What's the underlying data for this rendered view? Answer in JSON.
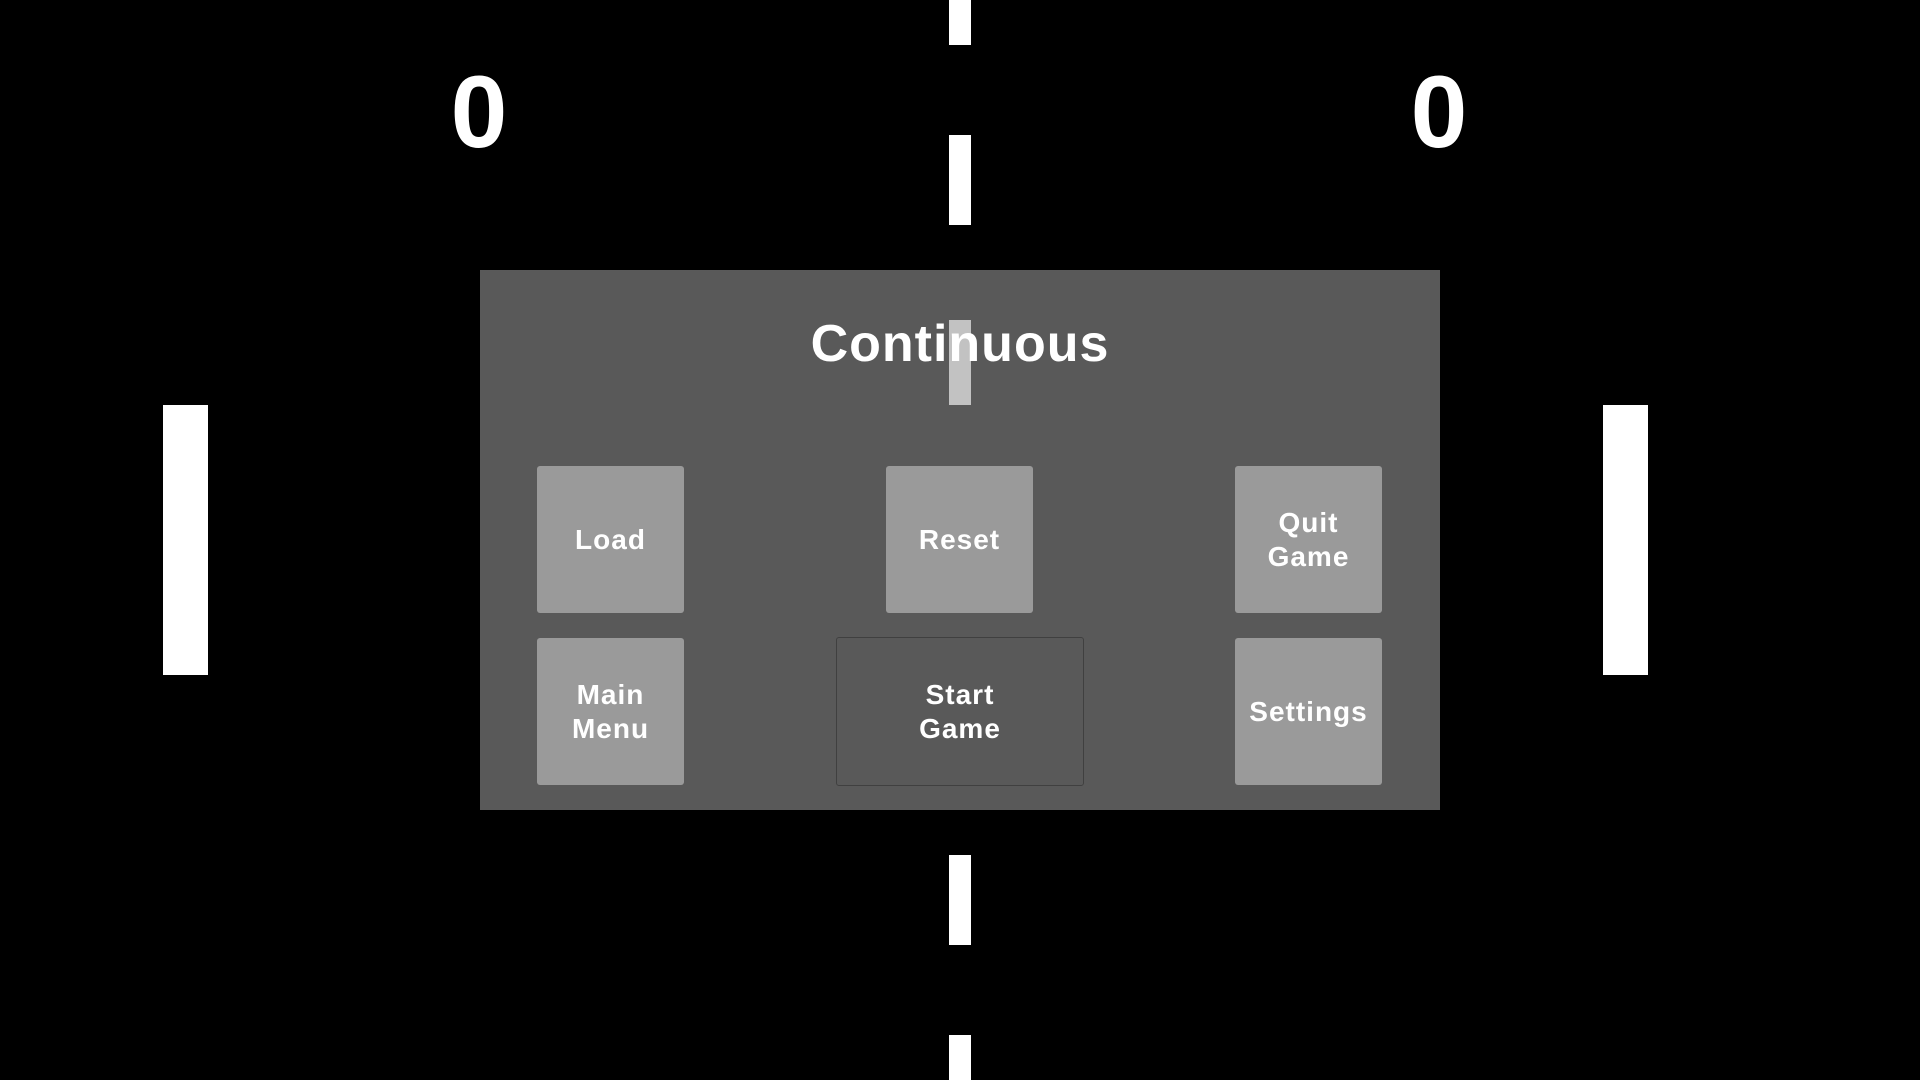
{
  "scoreboard": {
    "left_score": "0",
    "right_score": "0"
  },
  "menu": {
    "mode_title": "Continuous",
    "buttons": {
      "load": "Load",
      "reset": "Reset",
      "quit_game": "Quit\nGame",
      "main_menu": "Main\nMenu",
      "start_game": "Start\nGame",
      "settings": "Settings"
    }
  },
  "colors": {
    "background": "#000000",
    "panel": "#595959",
    "button": "#9a9a9a",
    "button_selected": "#595959",
    "text": "#ffffff",
    "net_dimmed": "#c2c2c2"
  }
}
